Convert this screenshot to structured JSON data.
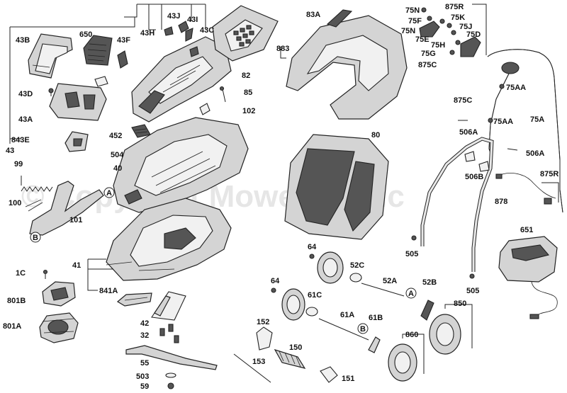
{
  "watermark": "© Copyright Mower Magic",
  "callouts": {
    "a": "A",
    "b": "B"
  },
  "labels": {
    "l43B": "43B",
    "l650": "650",
    "l43F": "43F",
    "l43H": "43H",
    "l43J": "43J",
    "l43I": "43I",
    "l43C": "43C",
    "l82": "82",
    "l85": "85",
    "l102": "102",
    "l43D": "43D",
    "l43A": "43A",
    "l843E": "843E",
    "l43": "43",
    "l452": "452",
    "l504": "504",
    "l40": "40",
    "l99": "99",
    "l100": "100",
    "l101": "101",
    "l41": "41",
    "l841A": "841A",
    "l1C": "1C",
    "l801B": "801B",
    "l801A": "801A",
    "l42": "42",
    "l32": "32",
    "l55": "55",
    "l503": "503",
    "l59": "59",
    "l83A": "83A",
    "l883": "883",
    "l80": "80",
    "l75N": "75N",
    "l875R_top": "875R",
    "l75F": "75F",
    "l75K": "75K",
    "l75N2": "75N",
    "l75J": "75J",
    "l75E": "75E",
    "l75D": "75D",
    "l75H": "75H",
    "l75G": "75G",
    "l875C_top": "875C",
    "l75AA1": "75AA",
    "l875C": "875C",
    "l75AA2": "75AA",
    "l75A": "75A",
    "l506A1": "506A",
    "l506A2": "506A",
    "l506B": "506B",
    "l875R": "875R",
    "l878": "878",
    "l651": "651",
    "l505a": "505",
    "l505b": "505",
    "l64a": "64",
    "l52C": "52C",
    "l52A": "52A",
    "l52B": "52B",
    "l64b": "64",
    "l61C": "61C",
    "l61A": "61A",
    "l61B": "61B",
    "l850": "850",
    "l860": "860",
    "l152": "152",
    "l150": "150",
    "l153": "153",
    "l151": "151"
  }
}
